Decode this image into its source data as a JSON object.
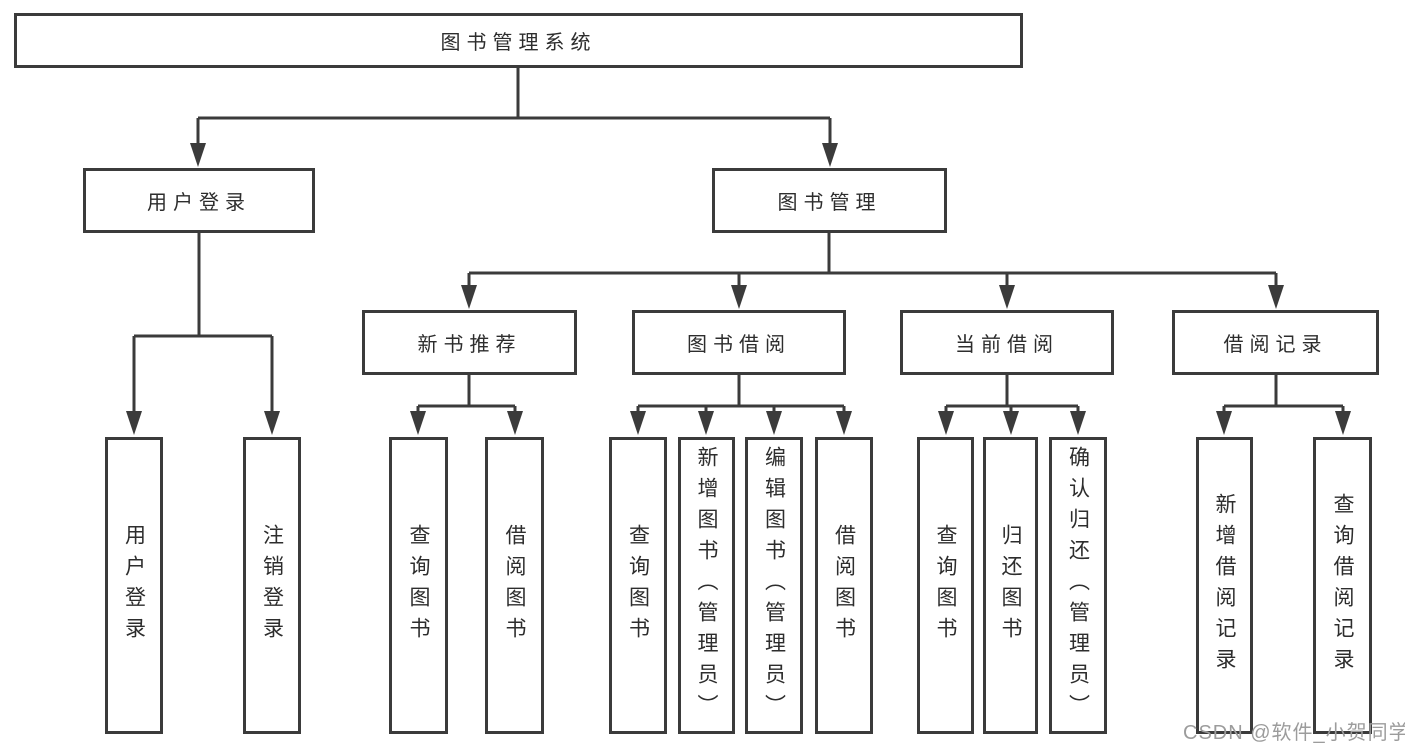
{
  "diagram": {
    "type": "tree",
    "root": {
      "label": "图书管理系统"
    },
    "level2": [
      {
        "label": "用户登录"
      },
      {
        "label": "图书管理"
      }
    ],
    "level3": [
      {
        "label": "新书推荐",
        "parent": "图书管理"
      },
      {
        "label": "图书借阅",
        "parent": "图书管理"
      },
      {
        "label": "当前借阅",
        "parent": "图书管理"
      },
      {
        "label": "借阅记录",
        "parent": "图书管理"
      }
    ],
    "leaves": [
      {
        "label": "用户登录",
        "parent": "用户登录"
      },
      {
        "label": "注销登录",
        "parent": "用户登录"
      },
      {
        "label": "查询图书",
        "parent": "新书推荐"
      },
      {
        "label": "借阅图书",
        "parent": "新书推荐"
      },
      {
        "label": "查询图书",
        "parent": "图书借阅"
      },
      {
        "label": "新增图书（管理员）",
        "parent": "图书借阅"
      },
      {
        "label": "编辑图书（管理员）",
        "parent": "图书借阅"
      },
      {
        "label": "借阅图书",
        "parent": "图书借阅"
      },
      {
        "label": "查询图书",
        "parent": "当前借阅"
      },
      {
        "label": "归还图书",
        "parent": "当前借阅"
      },
      {
        "label": "确认归还（管理员）",
        "parent": "当前借阅"
      },
      {
        "label": "新增借阅记录",
        "parent": "借阅记录"
      },
      {
        "label": "查询借阅记录",
        "parent": "借阅记录"
      }
    ]
  },
  "watermark": "CSDN @软件_小贺同学",
  "colors": {
    "line": "#3b3b3b",
    "text": "#2d2d2d",
    "watermark": "#9c9c9c",
    "background": "#ffffff"
  }
}
